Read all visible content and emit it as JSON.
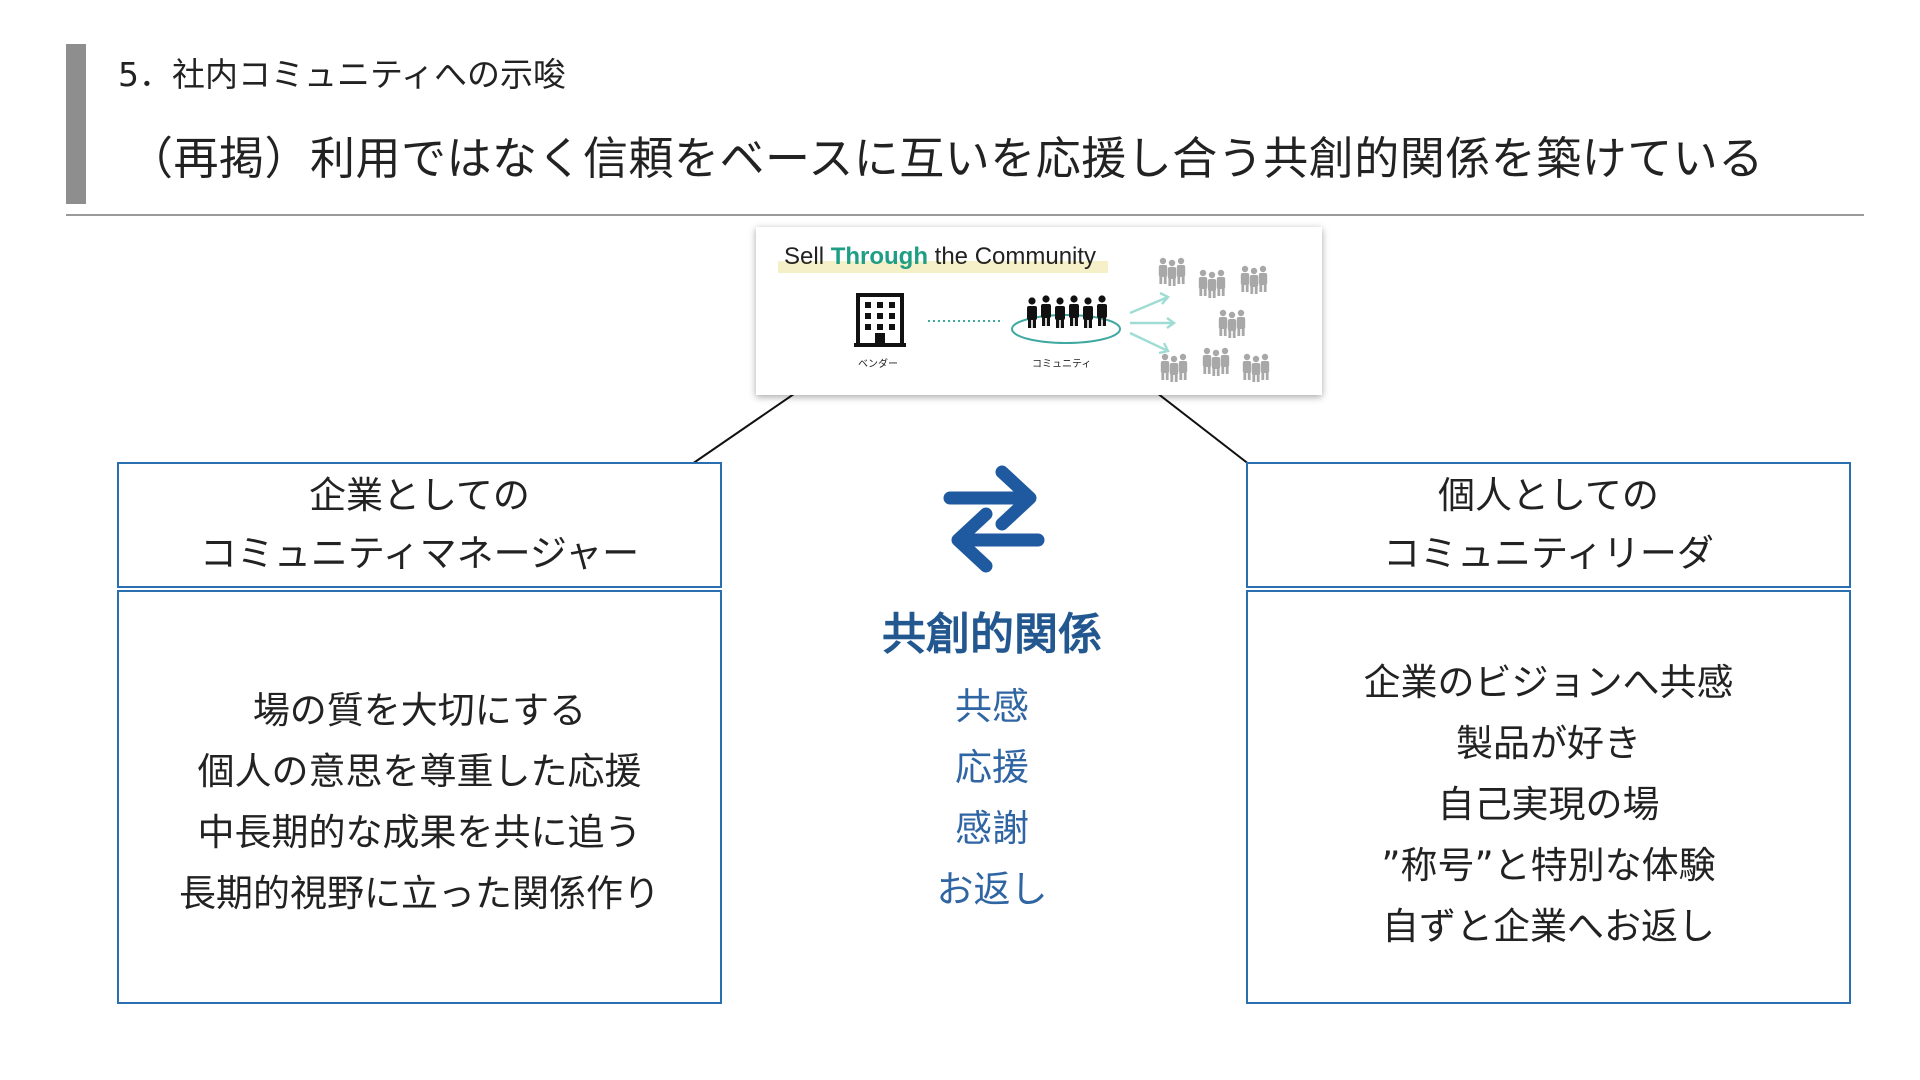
{
  "header": {
    "section_label": "5．社内コミュニティへの示唆",
    "title": "（再掲）利用ではなく信頼をベースに互いを応援し合う共創的関係を築けている"
  },
  "illustration": {
    "title_prefix": "Sell ",
    "title_highlight": "Through",
    "title_suffix": " the Community",
    "vendor_label": "ベンダー",
    "community_label": "コミュニティ"
  },
  "left": {
    "heading_line1": "企業としての",
    "heading_line2": "コミュニティマネージャー",
    "items": [
      "場の質を大切にする",
      "個人の意思を尊重した応援",
      "中長期的な成果を共に追う",
      "長期的視野に立った関係作り"
    ]
  },
  "center": {
    "title": "共創的関係",
    "items": [
      "共感",
      "応援",
      "感謝",
      "お返し"
    ]
  },
  "right": {
    "heading_line1": "個人としての",
    "heading_line2": "コミュニティリーダ",
    "items": [
      "企業のビジョンへ共感",
      "製品が好き",
      "自己実現の場",
      "”称号”と特別な体験",
      "自ずと企業へお返し"
    ]
  },
  "colors": {
    "accent_blue": "#2a70b0",
    "title_blue": "#23578f",
    "teal": "#1f9e86",
    "gray": "#8e8e8e"
  },
  "icons": [
    "building-icon",
    "community-group-icon",
    "people-icon",
    "swap-arrows-icon"
  ]
}
